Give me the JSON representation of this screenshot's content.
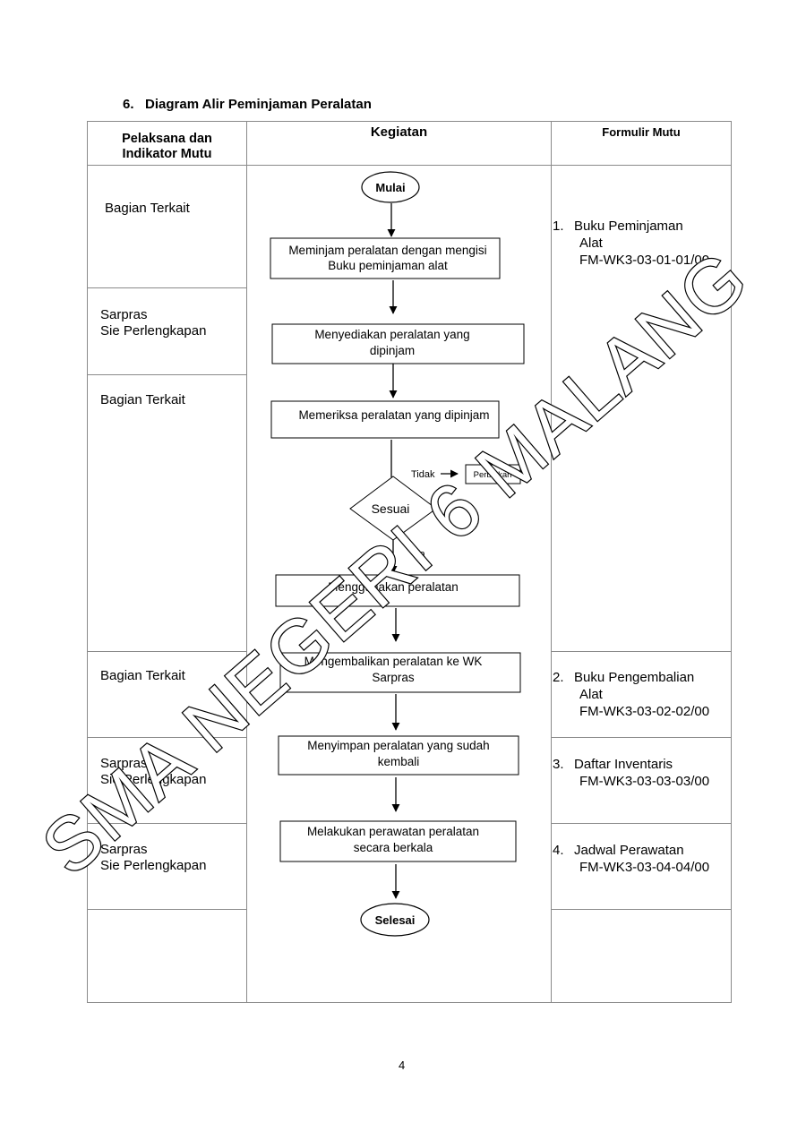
{
  "section_title": "6.   Diagram Alir Peminjaman Peralatan",
  "headers": {
    "pelaksana": "Pelaksana dan\nIndikator Mutu",
    "kegiatan": "Kegiatan",
    "formulir": "Formulir Mutu"
  },
  "pelaksana": [
    "Bagian Terkait",
    "Sarpras\nSie Perlengkapan",
    "Bagian Terkait",
    "Bagian Terkait",
    "Sarpras\nSie Perlengkapan",
    "Sarpras\nSie Perlengkapan"
  ],
  "flow": {
    "start": "Mulai",
    "steps": [
      "Meminjam peralatan dengan mengisi",
      "Buku peminjaman alat",
      "Menyediakan peralatan yang",
      "dipinjam",
      "Memeriksa peralatan yang dipinjam",
      "Menggunakan peralatan",
      "Mengembalikan peralatan ke WK",
      "Sarpras",
      "Menyimpan peralatan yang sudah",
      "kembali",
      "Melakukan perawatan peralatan",
      "secara berkala"
    ],
    "decision": "Sesuai",
    "no_label": "Tidak",
    "yes_label": "Ya",
    "fix": "Perbaikan",
    "end": "Selesai"
  },
  "formulir": [
    {
      "num": "1.",
      "name": "Buku Peminjaman",
      "name2": "Alat",
      "code": "FM-WK3-03-01-01/00"
    },
    {
      "num": "2.",
      "name": "Buku Pengembalian",
      "name2": "Alat",
      "code": "FM-WK3-03-02-02/00"
    },
    {
      "num": "3.",
      "name": "Daftar Inventaris",
      "name2": "",
      "code": "FM-WK3-03-03-03/00"
    },
    {
      "num": "4.",
      "name": "Jadwal Perawatan",
      "name2": "",
      "code": "FM-WK3-03-04-04/00"
    }
  ],
  "watermark": "SMA NEGERI 6 MALANG",
  "page_number": "4"
}
